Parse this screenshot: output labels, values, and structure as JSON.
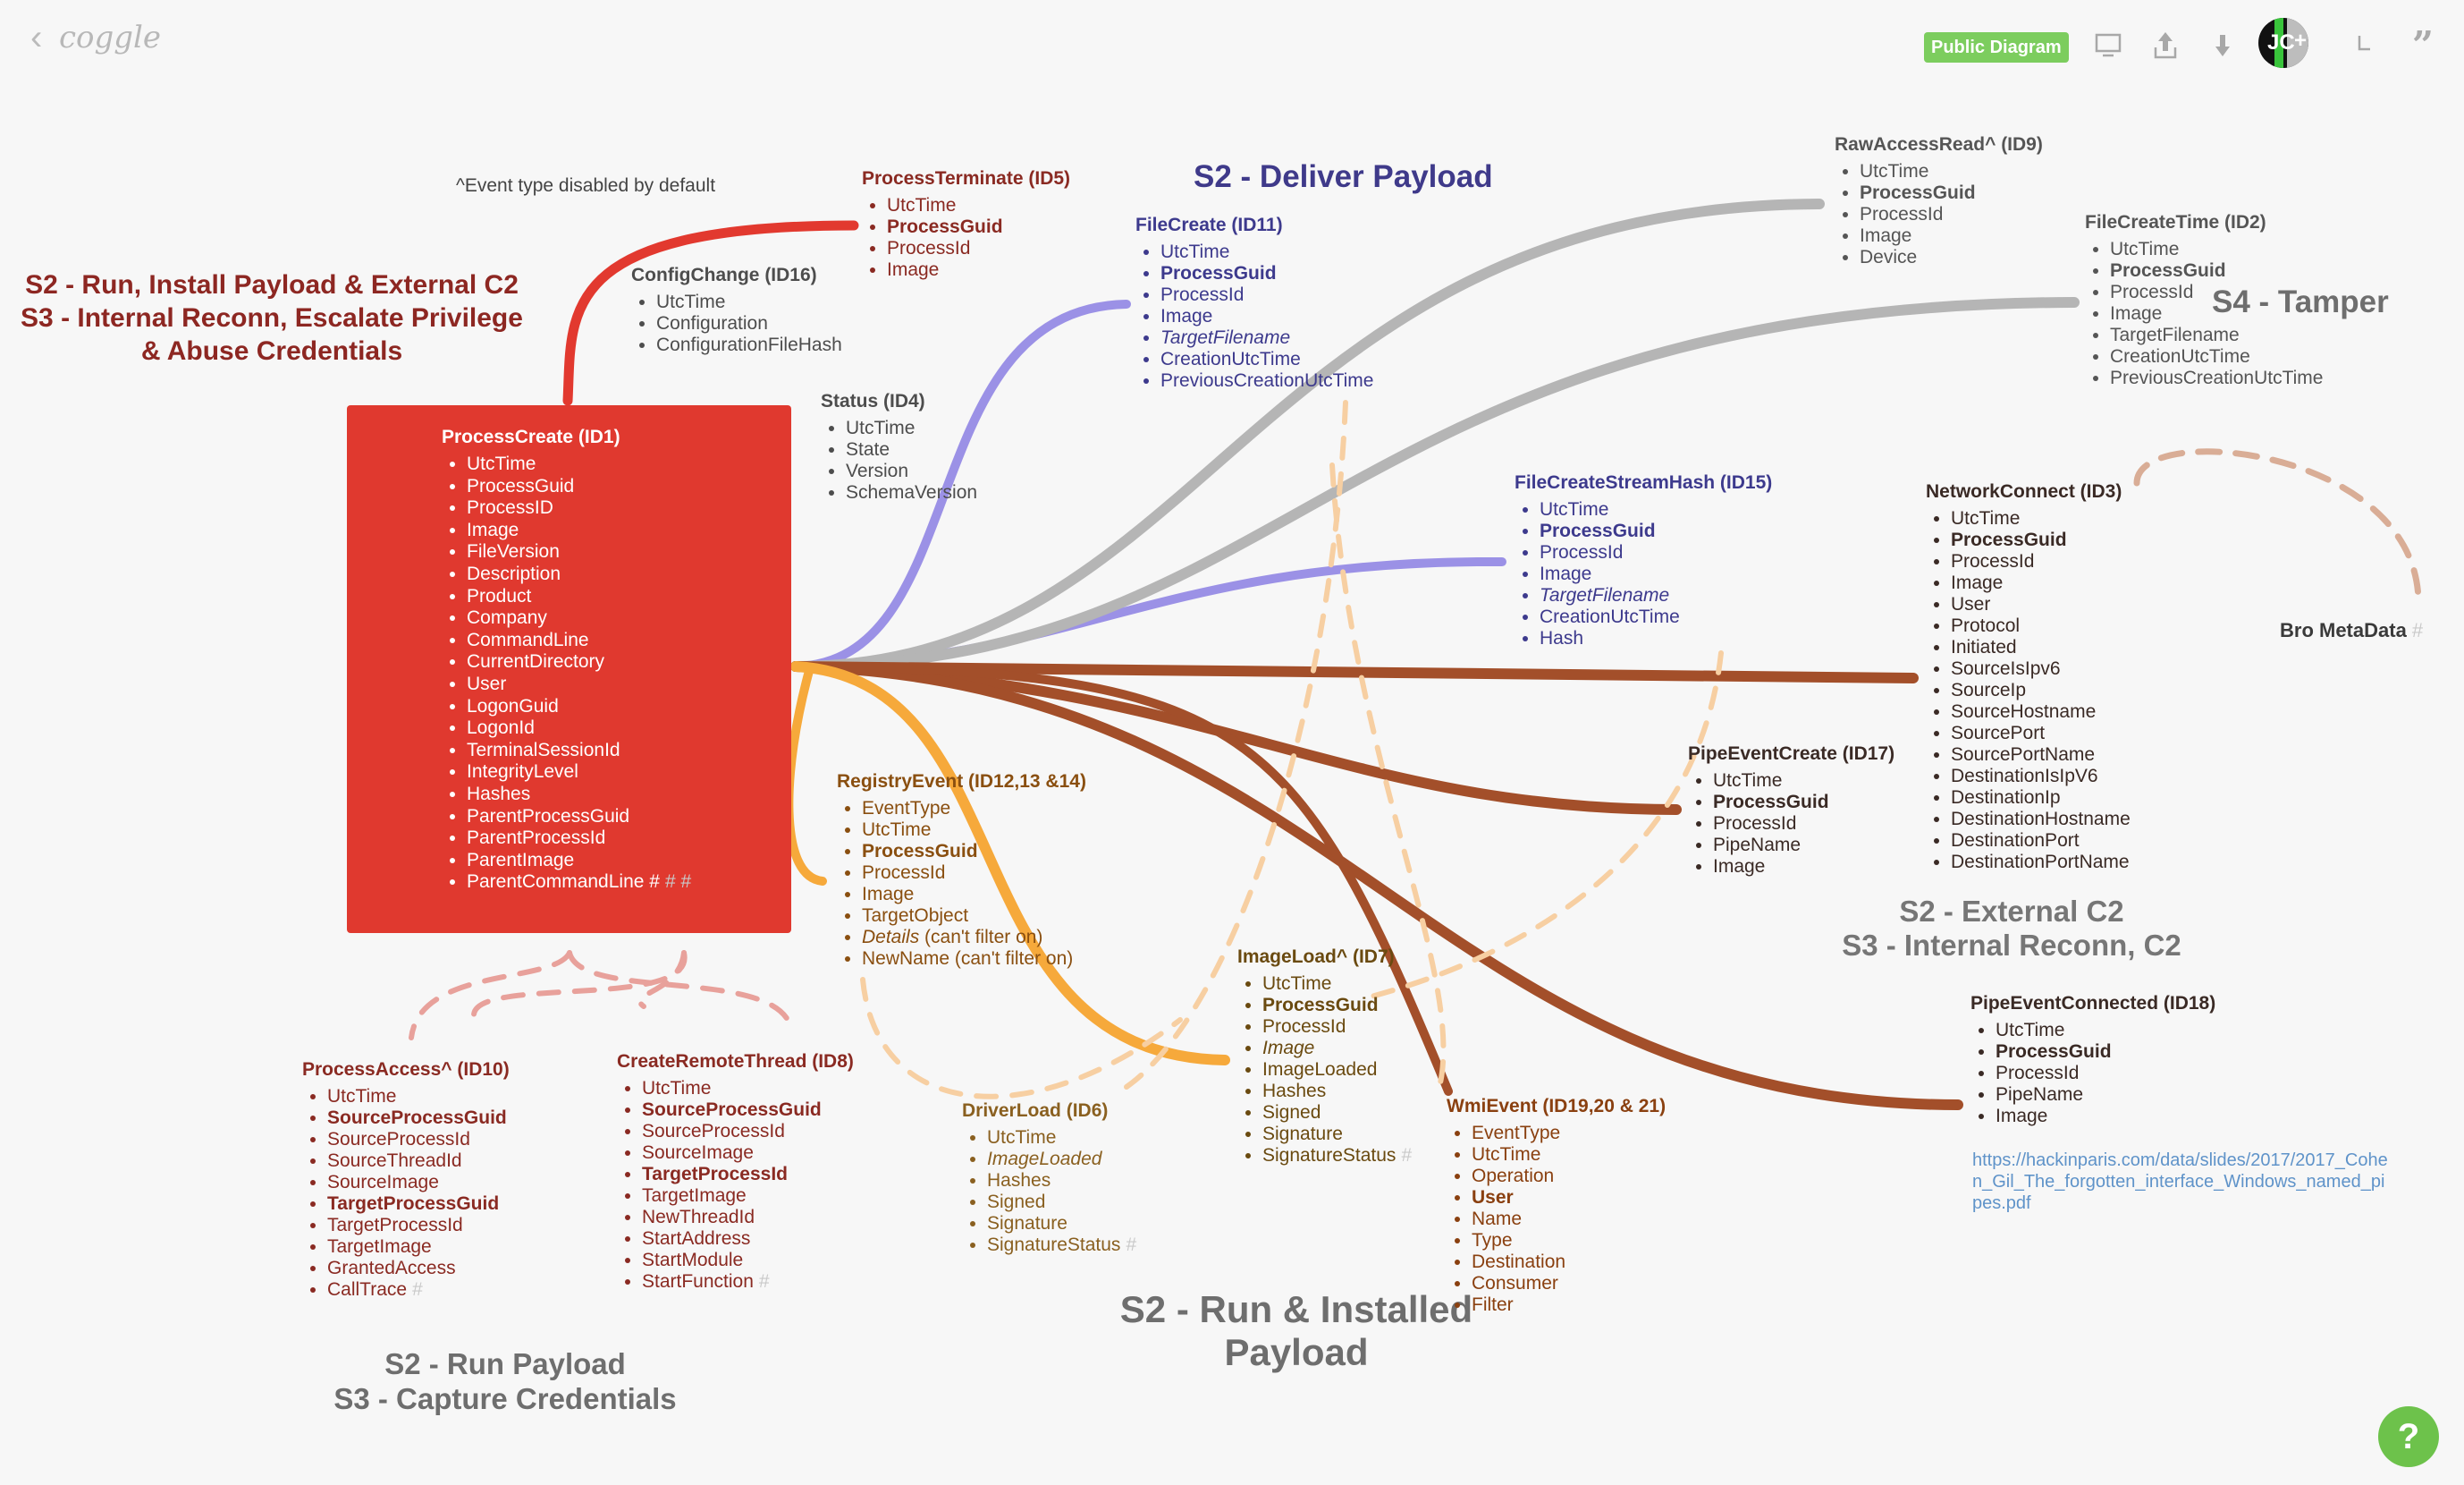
{
  "app": {
    "logo_text": "coggle",
    "back_glyph": "‹",
    "public_badge": "Public Diagram",
    "avatar_initials": "JC",
    "avatar_extra": "+"
  },
  "colors": {
    "red": "#e2392f",
    "purple": "#9b91e6",
    "gray": "#b5b5b5",
    "brown": "#a34f2a",
    "orange": "#f6a93b",
    "peach": "#f7cfa2",
    "pink": "#e8a19b",
    "tan": "#d9ad96",
    "green": "#52c141"
  },
  "toolbar": {
    "present_icon": "present-icon",
    "share_icon": "share-icon",
    "download_icon": "download-icon",
    "history_icon": "history-icon",
    "comment_icon": "comment-icon",
    "help_label": "?"
  },
  "notes": {
    "event_disabled": "^Event type disabled by default",
    "url": "https://hackinparis.com/data/slides/2017/2017_Cohen_Gil_The_forgotten_interface_Windows_named_pipes.pdf"
  },
  "headings": {
    "deliver": "S2 - Deliver Payload",
    "run_install_1": "S2 - Run, Install Payload & External C2",
    "run_install_2": "S3 - Internal Reconn, Escalate Privilege",
    "run_install_3": "& Abuse Credentials",
    "tamper": "S4 - Tamper",
    "external_1": "S2 - External C2",
    "external_2": "S3 - Internal Reconn, C2",
    "run_installed_1": "S2 - Run & Installed",
    "run_installed_2": "Payload",
    "capture_1": "S2 - Run Payload",
    "capture_2": "S3 - Capture Credentials",
    "bro": "Bro MetaData"
  },
  "nodes": {
    "process_create": {
      "title": "ProcessCreate (ID1)",
      "items": [
        {
          "t": "UtcTime"
        },
        {
          "t": "ProcessGuid",
          "b": true
        },
        {
          "t": "ProcessID",
          "b": true
        },
        {
          "t": "Image"
        },
        {
          "t": "FileVersion"
        },
        {
          "t": "Description"
        },
        {
          "t": "Product"
        },
        {
          "t": "Company"
        },
        {
          "t": "CommandLine"
        },
        {
          "t": "CurrentDirectory"
        },
        {
          "t": "User",
          "b": true
        },
        {
          "t": "LogonGuid"
        },
        {
          "t": "LogonId"
        },
        {
          "t": "TerminalSessionId"
        },
        {
          "t": "IntegrityLevel"
        },
        {
          "t": "Hashes"
        },
        {
          "t": "ParentProcessGuid"
        },
        {
          "t": "ParentProcessId"
        },
        {
          "t": "ParentImage"
        },
        {
          "t": "ParentCommandLine #",
          "h": "# #"
        }
      ]
    },
    "process_terminate": {
      "title": "ProcessTerminate (ID5)",
      "items": [
        {
          "t": "UtcTime"
        },
        {
          "t": "ProcessGuid",
          "b": true
        },
        {
          "t": "ProcessId"
        },
        {
          "t": "Image"
        }
      ]
    },
    "config_change": {
      "title": "ConfigChange (ID16)",
      "items": [
        {
          "t": "UtcTime"
        },
        {
          "t": "Configuration"
        },
        {
          "t": "ConfigurationFileHash"
        }
      ]
    },
    "status": {
      "title": "Status (ID4)",
      "items": [
        {
          "t": "UtcTime"
        },
        {
          "t": "State"
        },
        {
          "t": "Version"
        },
        {
          "t": "SchemaVersion"
        }
      ]
    },
    "file_create": {
      "title": "FileCreate (ID11)",
      "items": [
        {
          "t": "UtcTime"
        },
        {
          "t": "ProcessGuid",
          "b": true
        },
        {
          "t": "ProcessId"
        },
        {
          "t": "Image"
        },
        {
          "t": "TargetFilename",
          "i": true
        },
        {
          "t": "CreationUtcTime"
        },
        {
          "t": "PreviousCreationUtcTime"
        }
      ]
    },
    "raw_access": {
      "title": "RawAccessRead^ (ID9)",
      "items": [
        {
          "t": "UtcTime"
        },
        {
          "t": "ProcessGuid",
          "b": true
        },
        {
          "t": "ProcessId"
        },
        {
          "t": "Image"
        },
        {
          "t": "Device"
        }
      ]
    },
    "file_create_time": {
      "title": "FileCreateTime (ID2)",
      "items": [
        {
          "t": "UtcTime"
        },
        {
          "t": "ProcessGuid",
          "b": true
        },
        {
          "t": "ProcessId"
        },
        {
          "t": "Image"
        },
        {
          "t": "TargetFilename"
        },
        {
          "t": "CreationUtcTime"
        },
        {
          "t": "PreviousCreationUtcTime"
        }
      ]
    },
    "file_stream_hash": {
      "title": "FileCreateStreamHash (ID15)",
      "items": [
        {
          "t": "UtcTime"
        },
        {
          "t": "ProcessGuid",
          "b": true
        },
        {
          "t": "ProcessId"
        },
        {
          "t": "Image"
        },
        {
          "t": "TargetFilename",
          "i": true
        },
        {
          "t": "CreationUtcTime"
        },
        {
          "t": "Hash"
        }
      ]
    },
    "network_connect": {
      "title": "NetworkConnect (ID3)",
      "items": [
        {
          "t": "UtcTime"
        },
        {
          "t": "ProcessGuid",
          "b": true
        },
        {
          "t": "ProcessId"
        },
        {
          "t": "Image"
        },
        {
          "t": "User"
        },
        {
          "t": "Protocol"
        },
        {
          "t": "Initiated"
        },
        {
          "t": "SourceIsIpv6"
        },
        {
          "t": "SourceIp"
        },
        {
          "t": "SourceHostname"
        },
        {
          "t": "SourcePort"
        },
        {
          "t": "SourcePortName"
        },
        {
          "t": "DestinationIsIpV6"
        },
        {
          "t": "DestinationIp"
        },
        {
          "t": "DestinationHostname"
        },
        {
          "t": "DestinationPort"
        },
        {
          "t": "DestinationPortName"
        }
      ]
    },
    "pipe_create": {
      "title": "PipeEventCreate (ID17)",
      "items": [
        {
          "t": "UtcTime"
        },
        {
          "t": "ProcessGuid",
          "b": true
        },
        {
          "t": "ProcessId"
        },
        {
          "t": "PipeName"
        },
        {
          "t": "Image"
        }
      ]
    },
    "pipe_connected": {
      "title": "PipeEventConnected (ID18)",
      "items": [
        {
          "t": "UtcTime"
        },
        {
          "t": "ProcessGuid",
          "b": true
        },
        {
          "t": "ProcessId"
        },
        {
          "t": "PipeName"
        },
        {
          "t": "Image"
        }
      ]
    },
    "registry": {
      "title": "RegistryEvent (ID12,13 &14)",
      "items": [
        {
          "t": "EventType"
        },
        {
          "t": "UtcTime"
        },
        {
          "t": "ProcessGuid",
          "b": true
        },
        {
          "t": "ProcessId"
        },
        {
          "t": "Image"
        },
        {
          "t": "TargetObject"
        },
        {
          "t": "Details",
          "i": true,
          "s": " (can't filter on)"
        },
        {
          "t": "NewName (can't filter on)"
        }
      ]
    },
    "image_load": {
      "title": "ImageLoad^ (ID7)",
      "items": [
        {
          "t": "UtcTime"
        },
        {
          "t": "ProcessGuid",
          "b": true
        },
        {
          "t": "ProcessId"
        },
        {
          "t": "Image",
          "i": true
        },
        {
          "t": "ImageLoaded"
        },
        {
          "t": "Hashes"
        },
        {
          "t": "Signed"
        },
        {
          "t": "Signature"
        },
        {
          "t": "SignatureStatus",
          "h": "#"
        }
      ]
    },
    "driver_load": {
      "title": "DriverLoad (ID6)",
      "items": [
        {
          "t": "UtcTime"
        },
        {
          "t": "ImageLoaded",
          "i": true
        },
        {
          "t": "Hashes"
        },
        {
          "t": "Signed"
        },
        {
          "t": "Signature"
        },
        {
          "t": "SignatureStatus",
          "h": "#"
        }
      ]
    },
    "wmi": {
      "title": "WmiEvent (ID19,20 & 21)",
      "items": [
        {
          "t": "EventType"
        },
        {
          "t": "UtcTime"
        },
        {
          "t": "Operation"
        },
        {
          "t": "User",
          "b": true
        },
        {
          "t": "Name"
        },
        {
          "t": "Type"
        },
        {
          "t": "Destination"
        },
        {
          "t": "Consumer"
        },
        {
          "t": "Filter"
        }
      ]
    },
    "process_access": {
      "title": "ProcessAccess^ (ID10)",
      "items": [
        {
          "t": "UtcTime"
        },
        {
          "t": "SourceProcessGuid",
          "b": true
        },
        {
          "t": "SourceProcessId"
        },
        {
          "t": "SourceThreadId"
        },
        {
          "t": "SourceImage"
        },
        {
          "t": "TargetProcessGuid",
          "b": true
        },
        {
          "t": "TargetProcessId"
        },
        {
          "t": "TargetImage"
        },
        {
          "t": "GrantedAccess"
        },
        {
          "t": "CallTrace",
          "h": "#"
        }
      ]
    },
    "remote_thread": {
      "title": "CreateRemoteThread (ID8)",
      "items": [
        {
          "t": "UtcTime"
        },
        {
          "t": "SourceProcessGuid",
          "b": true
        },
        {
          "t": "SourceProcessId"
        },
        {
          "t": "SourceImage"
        },
        {
          "t": "TargetProcessId",
          "b": true
        },
        {
          "t": "TargetImage"
        },
        {
          "t": "NewThreadId"
        },
        {
          "t": "StartAddress"
        },
        {
          "t": "StartModule"
        },
        {
          "t": "StartFunction",
          "h": "#"
        }
      ]
    }
  }
}
